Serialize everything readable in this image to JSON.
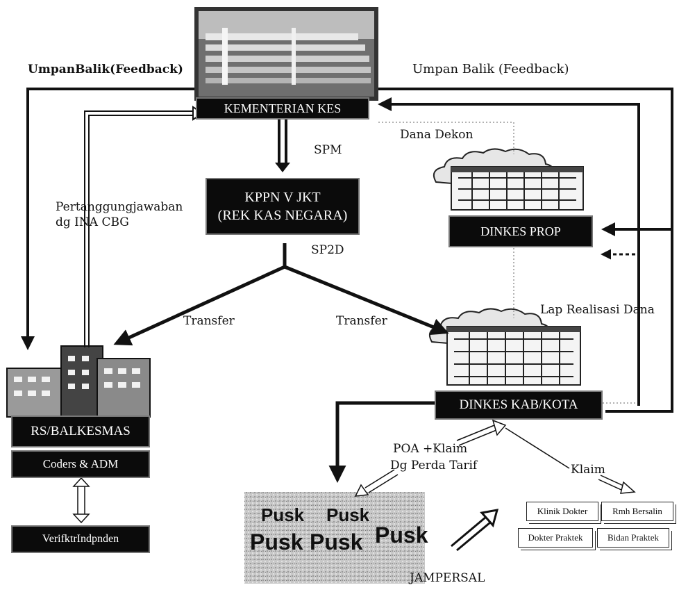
{
  "nodes": {
    "kemenkes": "KEMENTERIAN KES",
    "kppn_line1": "KPPN V JKT",
    "kppn_line2": "(REK KAS NEGARA)",
    "dinkes_prop": "DINKES PROP",
    "dinkes_kab": "DINKES KAB/KOTA",
    "rs": "RS/BALKESMAS",
    "coders": "Coders & ADM",
    "verifikator": "VerifktrIndpnden",
    "pusk_labels": [
      "Pusk",
      "Pusk",
      "Pusk",
      "Pusk",
      "Pusk"
    ],
    "klinik_dokter": "Klinik Dokter",
    "rmh_bersalin": "Rmh Bersalin",
    "dokter_praktek": "Dokter Praktek",
    "bidan_praktek": "Bidan Praktek"
  },
  "labels": {
    "feedback_left": "UmpanBalik(Feedback)",
    "feedback_right": "Umpan Balik (Feedback)",
    "spm": "SPM",
    "sp2d": "SP2D",
    "dana_dekon": "Dana Dekon",
    "pertanggungjawaban_1": "Pertanggungjawaban",
    "pertanggungjawaban_2": "dg INA CBG",
    "transfer_left": "Transfer",
    "transfer_right": "Transfer",
    "lap_realisasi": "Lap Realisasi Dana",
    "poa_1": "POA +Klaim",
    "poa_2": "Dg Perda Tarif",
    "klaim": "Klaim",
    "jampersal": "JAMPERSAL"
  },
  "icons": [
    "ministry-building-photo",
    "building-cloud-icon",
    "hospital-building-icon"
  ]
}
